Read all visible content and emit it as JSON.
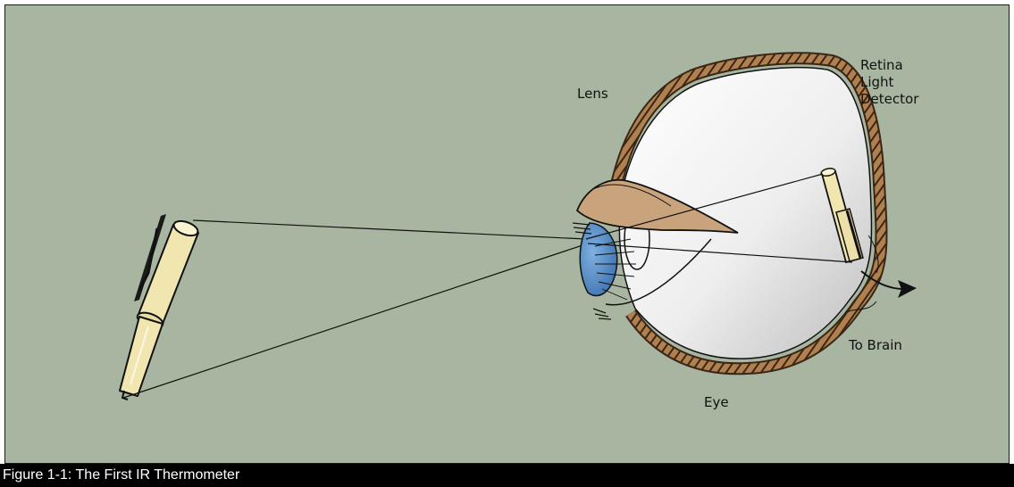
{
  "figure": {
    "background_color": "#a8b5a0",
    "labels": {
      "lens": "Lens",
      "retina_line1": "Retina",
      "retina_line2": "Light",
      "retina_line3": "Detector",
      "to_brain": "To Brain",
      "eye": "Eye"
    },
    "icons": [
      "pen-object-icon",
      "eye-icon",
      "arrow-to-brain-icon"
    ],
    "colors": {
      "eye_wall": "#b0804f",
      "iris": "#5a8cc8",
      "eyelid": "#c9a37b",
      "object": "#f2e6b0"
    }
  },
  "caption": "Figure 1-1: The First IR Thermometer"
}
